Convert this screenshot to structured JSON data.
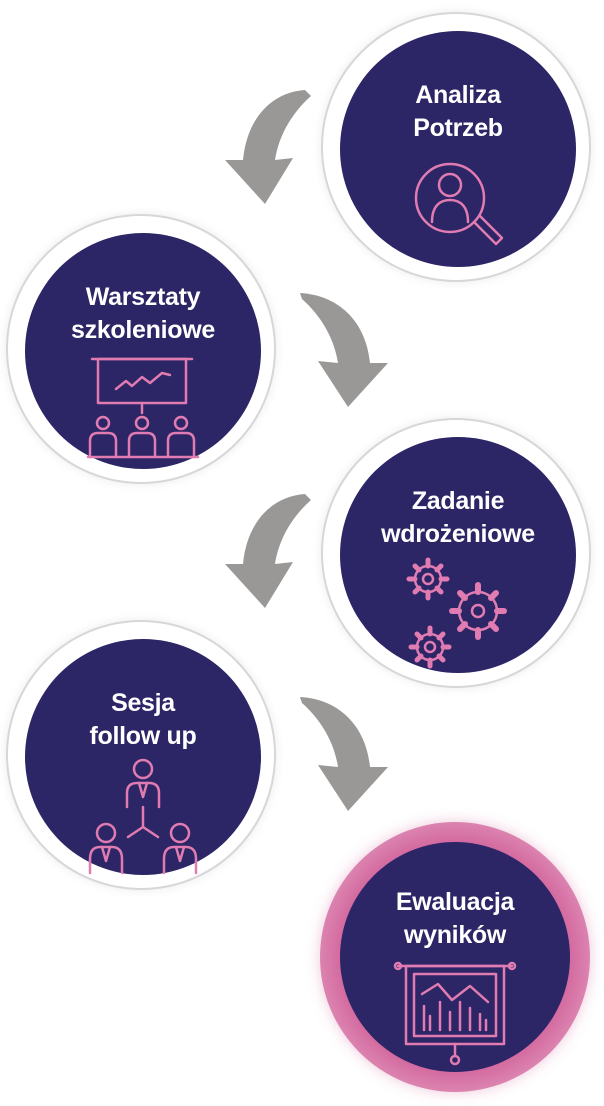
{
  "steps": [
    {
      "id": "analiza",
      "lines": [
        "Analiza",
        "Potrzeb"
      ],
      "icon": "person-search-icon"
    },
    {
      "id": "warsztaty",
      "lines": [
        "Warsztaty",
        "szkoleniowe"
      ],
      "icon": "presentation-audience-icon"
    },
    {
      "id": "zadanie",
      "lines": [
        "Zadanie",
        "wdrożeniowe"
      ],
      "icon": "gears-icon"
    },
    {
      "id": "sesja",
      "lines": [
        "Sesja",
        "follow up"
      ],
      "icon": "team-hierarchy-icon"
    },
    {
      "id": "ewaluacja",
      "lines": [
        "Ewaluacja",
        "wyników"
      ],
      "icon": "chart-board-icon"
    }
  ],
  "colors": {
    "disc": "#2c2566",
    "icon_pink": "#e07cb1",
    "arrow": "#9a9897",
    "highlight_ring": "#d05e98"
  }
}
